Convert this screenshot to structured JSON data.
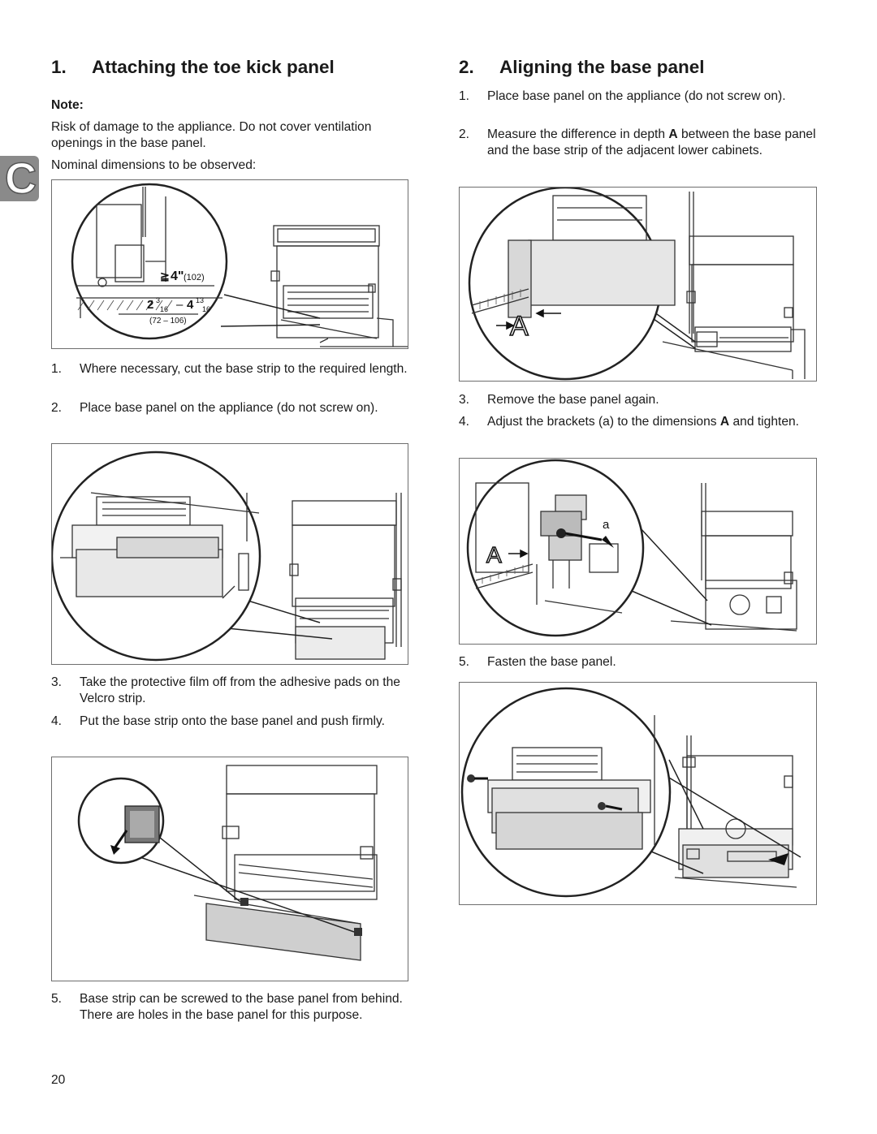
{
  "side_tab": {
    "letter": "C"
  },
  "left": {
    "heading_num": "1.",
    "heading": "Attaching the toe kick panel",
    "note_label": "Note:",
    "note_text": "Risk of damage to the appliance. Do not cover ventilation openings in the base panel.",
    "nominal": "Nominal dimensions to be observed:",
    "fig1": {
      "dim_ge": "≧",
      "dim_4": "4\"",
      "dim_102": "(102)",
      "dim_range_a": "2",
      "dim_frac_a_num": "3",
      "dim_frac_a_den": "16",
      "dim_dash": "–",
      "dim_range_b": "4",
      "dim_frac_b_num": "13",
      "dim_frac_b_den": "16",
      "dim_mm": "(72 – 106)"
    },
    "steps_a": [
      {
        "n": "1.",
        "text": "Where necessary, cut the base strip to the required length."
      },
      {
        "n": "2.",
        "text": "Place base panel on the appliance (do not screw on)."
      }
    ],
    "steps_b": [
      {
        "n": "3.",
        "text": "Take the protective film off from the adhesive pads on the Velcro strip."
      },
      {
        "n": "4.",
        "text": "Put the base strip onto the base panel and push firmly."
      }
    ],
    "steps_c": [
      {
        "n": "5.",
        "text": "Base strip can be screwed to the base panel from behind. There are holes in the base panel for this purpose."
      }
    ]
  },
  "right": {
    "heading_num": "2.",
    "heading": "Aligning the base panel",
    "steps_a": [
      {
        "n": "1.",
        "text": "Place base panel on the appliance (do not screw on)."
      },
      {
        "n": "2.",
        "text_pre": "Measure the difference in depth ",
        "bold": "A",
        "text_post": " between the base panel and the base strip of the adjacent lower cabinets."
      }
    ],
    "fig_a_label": "A",
    "steps_b": [
      {
        "n": "3.",
        "text": "Remove the base panel again."
      },
      {
        "n": "4.",
        "text_pre": "Adjust the brackets (a) to the dimensions ",
        "bold": "A",
        "text_post": " and tighten."
      }
    ],
    "fig_b_label_a": "a",
    "fig_b_label_A": "A",
    "steps_c": [
      {
        "n": "5.",
        "text": "Fasten the base panel."
      }
    ]
  },
  "page_number": "20"
}
